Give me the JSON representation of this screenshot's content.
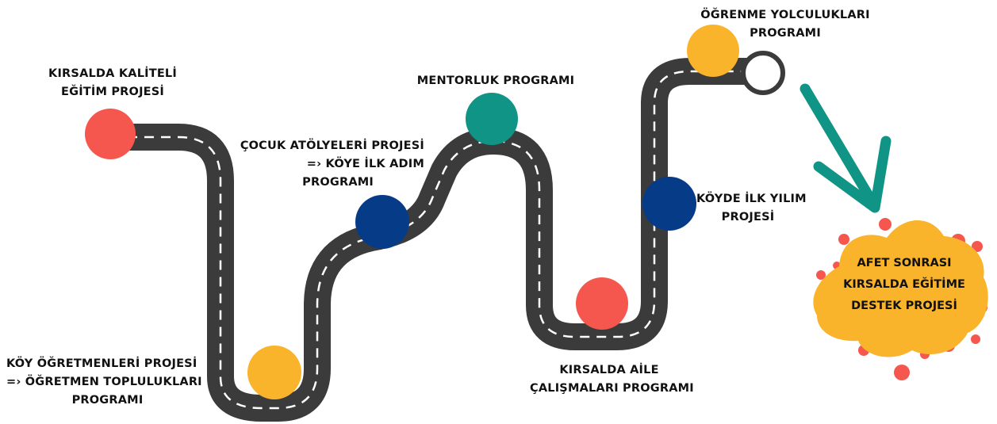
{
  "colors": {
    "road": "#3b3b3b",
    "road_dash": "#ffffff",
    "red": "#f5574f",
    "yellow": "#f9b42b",
    "teal": "#0f9485",
    "navy": "#063b87",
    "arrow": "#0f9485",
    "blob_fill": "#f9b42b",
    "blob_dots": "#f5574f"
  },
  "milestones": [
    {
      "id": "kaliteli",
      "color": "red",
      "lines": [
        "KIRSALDA KALİTELİ",
        "EĞİTİM PROJESİ"
      ]
    },
    {
      "id": "koy-ogretmenleri",
      "color": "yellow",
      "lines": [
        "KÖY ÖĞRETMENLERİ PROJESİ",
        "=› ÖĞRETMEN TOPLULUKLARI",
        "PROGRAMI"
      ]
    },
    {
      "id": "cocuk-atolyeleri",
      "color": "navy",
      "lines": [
        "ÇOCUK ATÖLYELERİ PROJESİ",
        "=› KÖYE İLK ADIM",
        "PROGRAMI"
      ]
    },
    {
      "id": "mentorluk",
      "color": "teal",
      "lines": [
        "MENTORLUK PROGRAMI"
      ]
    },
    {
      "id": "aile",
      "color": "red",
      "lines": [
        "KIRSALDA AİLE",
        "ÇALIŞMALARI PROGRAMI"
      ]
    },
    {
      "id": "koyde-ilk-yilim",
      "color": "navy",
      "lines": [
        "KÖYDE İLK YILIM",
        "PROJESİ"
      ]
    },
    {
      "id": "ogrenme-yolculuklari",
      "color": "yellow",
      "lines": [
        "ÖĞRENME YOLCULUKLARI",
        "PROGRAMI"
      ]
    }
  ],
  "final": {
    "lines": [
      "AFET SONRASI",
      "KIRSALDA EĞİTİME",
      "DESTEK PROJESİ"
    ]
  }
}
